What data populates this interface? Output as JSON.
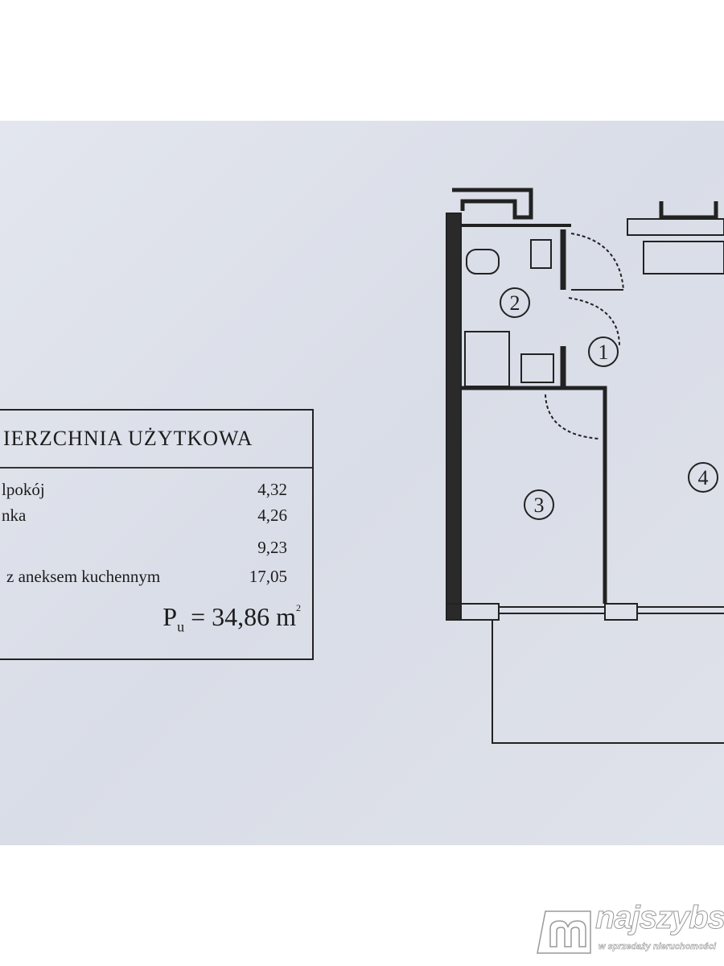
{
  "table": {
    "title": "IERZCHNIA UŻYTKOWA",
    "rows": [
      {
        "label": "lpokój",
        "value": "4,32"
      },
      {
        "label": "nka",
        "value": "4,26"
      },
      {
        "label": "",
        "value": "9,23"
      },
      {
        "label": "z aneksem kuchennym",
        "value": "17,05"
      }
    ],
    "total_symbol": "P",
    "total_subscript": "u",
    "total_value": "= 34,86 m",
    "total_unit_sup": "2"
  },
  "plan": {
    "rooms": [
      "1",
      "2",
      "3",
      "4"
    ]
  },
  "watermark": {
    "brand": "najszybsi",
    "tagline": "w sprzedaży nieruchomości"
  }
}
